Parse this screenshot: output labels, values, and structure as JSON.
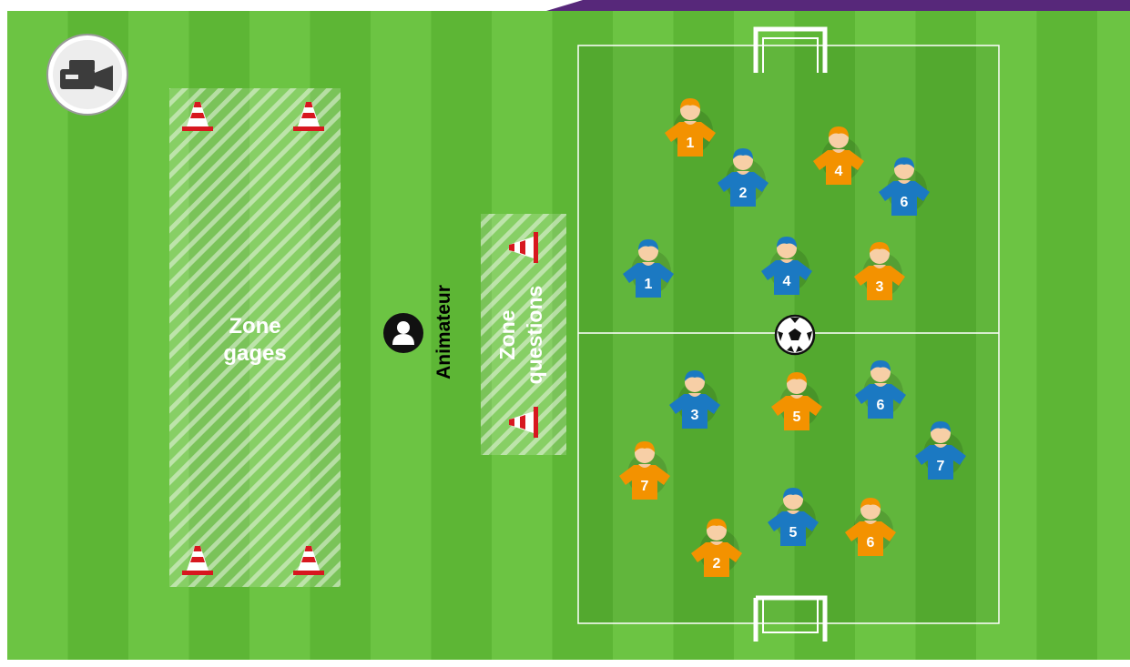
{
  "colors": {
    "pitch_light": "#6cc443",
    "pitch_dark": "#5db635",
    "border": "#ffffff",
    "top_band": "#57287a",
    "team_orange": "#f39200",
    "team_blue": "#1b79c2",
    "cone_red": "#d7171f"
  },
  "icons": {
    "camera": "video-camera-icon",
    "animateur": "person-icon",
    "ball": "soccer-ball-icon",
    "cone": "cone-icon",
    "goal": "goal-icon"
  },
  "labels": {
    "zone_gages_line1": "Zone",
    "zone_gages_line2": "gages",
    "zone_questions_line1": "Zone",
    "zone_questions_line2": "questions",
    "animateur": "Animateur"
  },
  "players": {
    "orange": [
      "1",
      "4",
      "3",
      "5",
      "7",
      "2",
      "6"
    ],
    "blue": [
      "2",
      "6",
      "1",
      "4",
      "3",
      "6",
      "7",
      "5"
    ]
  }
}
